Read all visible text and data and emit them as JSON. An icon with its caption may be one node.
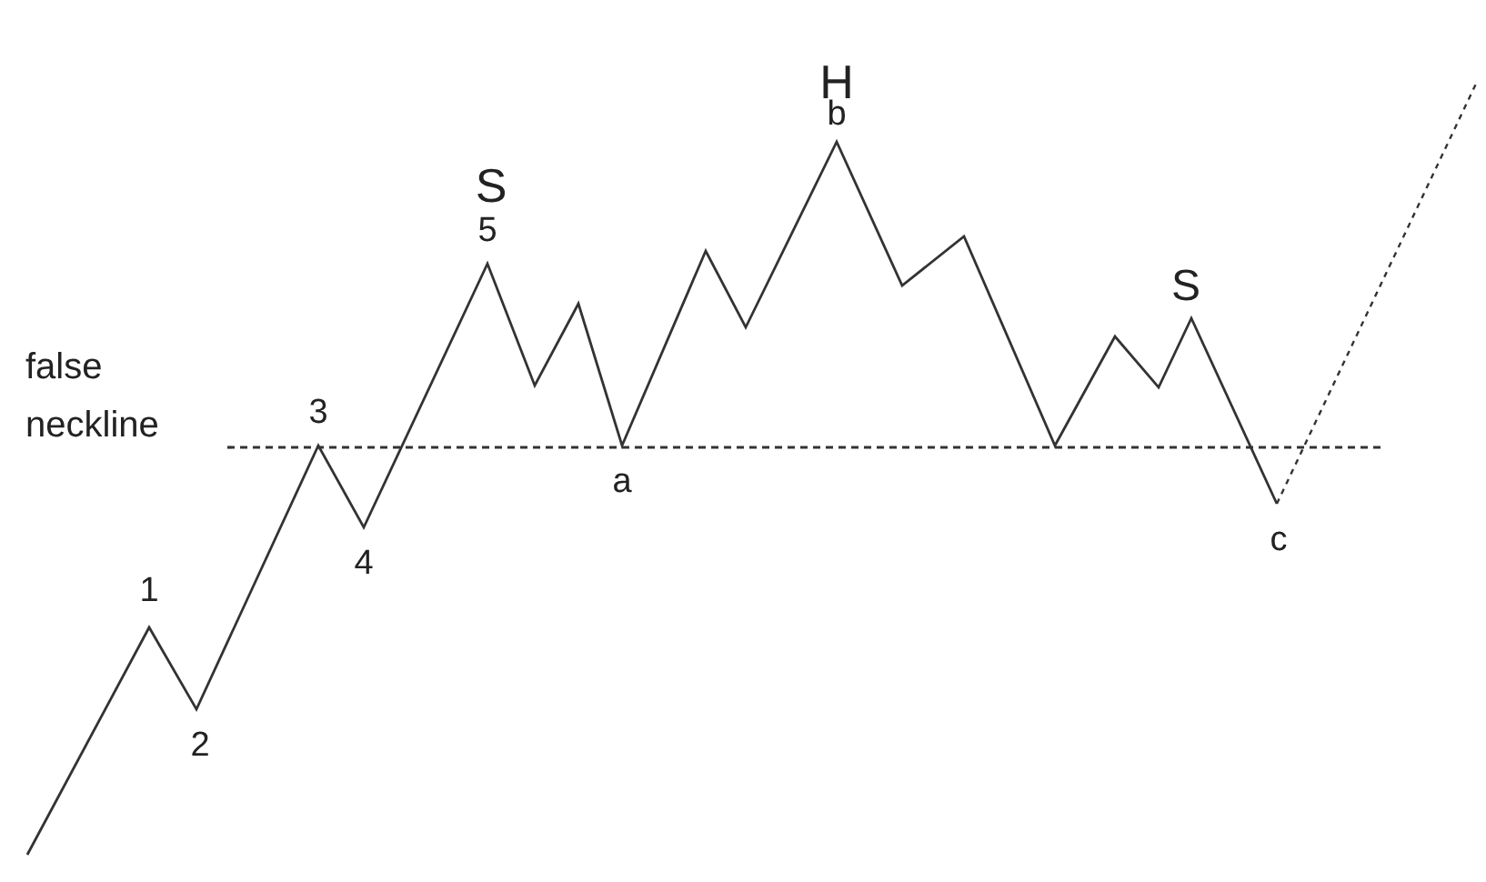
{
  "diagram": {
    "labels": [
      "H",
      "b",
      "S",
      "5",
      "S",
      "false neckline",
      "3",
      "a",
      "4",
      "c",
      "1",
      "2"
    ]
  }
}
